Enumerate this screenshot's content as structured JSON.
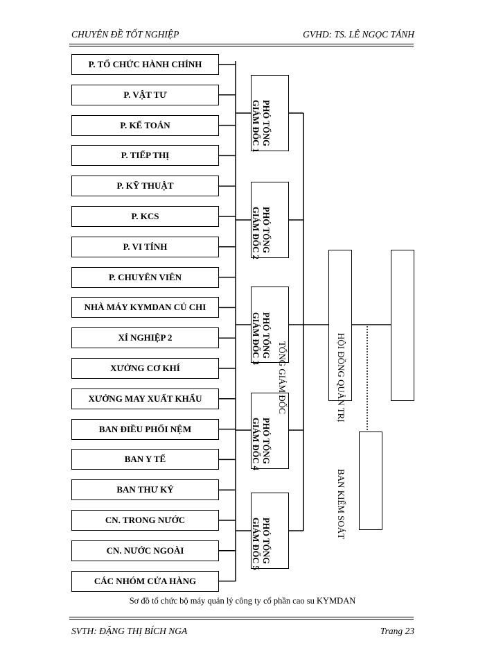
{
  "header": {
    "left": "CHUYÊN ĐỀ TỐT NGHIỆP",
    "right": "GVHD: TS. LÊ NGỌC TÁNH"
  },
  "departments": [
    "P. TỔ CHỨC HÀNH CHÍNH",
    "P. VẬT TƯ",
    "P. KẾ TOÁN",
    "P. TIẾP THỊ",
    "P. KỸ THUẬT",
    "P. KCS",
    "P. VI TÍNH",
    "P. CHUYÊN VIÊN",
    "NHÀ MÁY KYMDAN CỦ CHI",
    "XÍ NGHIỆP 2",
    "XƯỞNG CƠ KHÍ",
    "XƯỞNG MAY XUẤT KHẨU",
    "BAN ĐIỀU PHỐI NỆM",
    "BAN Y TẾ",
    "BAN THƯ KÝ",
    "CN. TRONG NƯỚC",
    "CN. NƯỚC NGOÀI",
    "CÁC NHÓM CỬA HÀNG"
  ],
  "deputies": [
    {
      "line1": "PHÓ TỔNG",
      "line2": "GIÁM ĐỐC 1"
    },
    {
      "line1": "PHÓ TỔNG",
      "line2": "GIÁM ĐỐC 2"
    },
    {
      "line1": "PHÓ TỔNG",
      "line2": "GIÁM ĐỐC 3"
    },
    {
      "line1": "PHÓ TỔNG",
      "line2": "GIÁM ĐỐC 4"
    },
    {
      "line1": "PHÓ TỔNG",
      "line2": "GIÁM ĐỐC 5"
    }
  ],
  "general_director": "TỔNG GIÁM ĐỐC",
  "board": "HỘI ĐỒNG QUẢN TRỊ",
  "control_board": "BAN KIỂM SOÁT",
  "caption": "Sơ đồ tổ chức bộ máy quản lý công ty cổ phần cao su KYMDAN",
  "footer": {
    "left": "SVTH: ĐẶNG THỊ BÍCH NGA",
    "right": "Trang  23"
  }
}
